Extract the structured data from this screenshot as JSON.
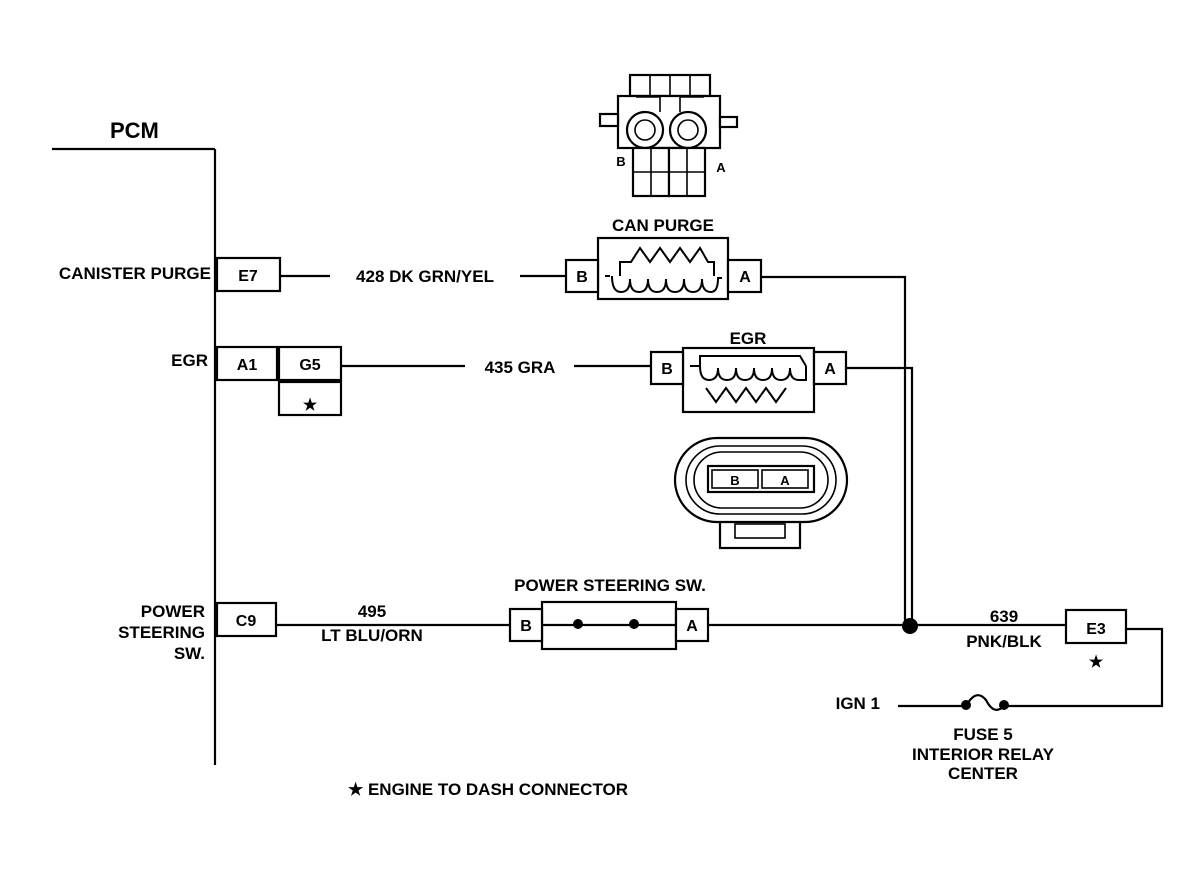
{
  "pcm": {
    "title": "PCM",
    "inputs": {
      "canister_purge": "CANISTER PURGE",
      "egr": "EGR",
      "power_steering_1": "POWER",
      "power_steering_2": "STEERING",
      "power_steering_3": "SW."
    }
  },
  "pins": {
    "e7": "E7",
    "a1": "A1",
    "g5": "G5",
    "c9": "C9",
    "e3": "E3",
    "star": "★"
  },
  "wires": {
    "can_purge_wire": "428 DK GRN/YEL",
    "egr_wire": "435 GRA",
    "ps_wire_num": "495",
    "ps_wire_color": "LT BLU/ORN",
    "feed_wire_num": "639",
    "feed_wire_color": "PNK/BLK"
  },
  "components": {
    "can_purge": {
      "label": "CAN PURGE",
      "pin_b": "B",
      "pin_a": "A"
    },
    "egr": {
      "label": "EGR",
      "pin_b": "B",
      "pin_a": "A"
    },
    "power_steering_sw": {
      "label": "POWER STEERING SW.",
      "pin_b": "B",
      "pin_a": "A"
    },
    "connector_top": {
      "pin_b": "B",
      "pin_a": "A"
    },
    "connector_oval": {
      "pin_b": "B",
      "pin_a": "A"
    }
  },
  "power": {
    "ign": "IGN 1",
    "fuse_1": "FUSE 5",
    "fuse_2": "INTERIOR RELAY",
    "fuse_3": "CENTER"
  },
  "legend": "★ ENGINE TO DASH CONNECTOR"
}
